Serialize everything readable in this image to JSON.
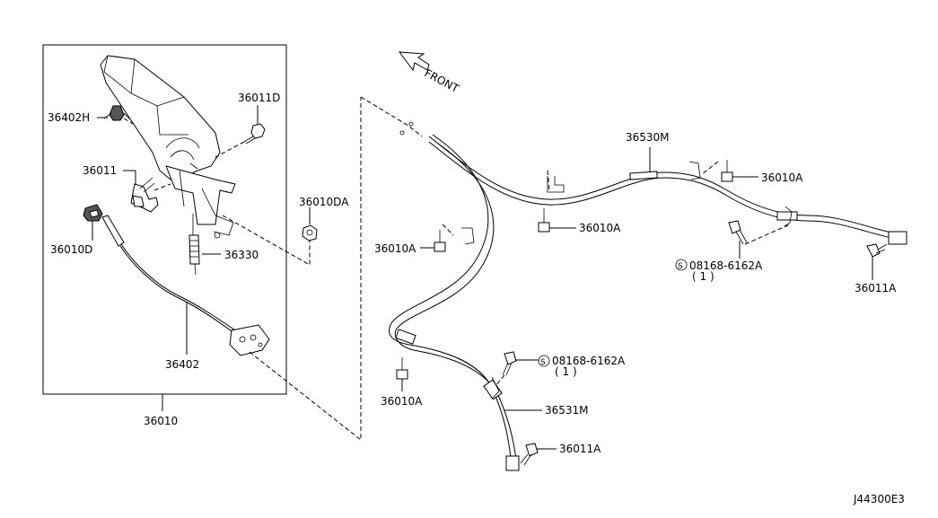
{
  "diagram": {
    "front_label": "FRONT",
    "diagram_code": "J44300E3",
    "parts": {
      "p36402H": "36402H",
      "p36011D": "36011D",
      "p36011": "36011",
      "p36010D": "36010D",
      "p36330": "36330",
      "p36402": "36402",
      "p36010": "36010",
      "p36010DA": "36010DA",
      "p36530M": "36530M",
      "p36010A_top": "36010A",
      "p36010A_mid": "36010A",
      "p36010A_left": "36010A",
      "p36010A_low": "36010A",
      "p08168_right": "08168-6162A",
      "p08168_right_qty": "( 1 )",
      "p08168_low": "08168-6162A",
      "p08168_low_qty": "( 1 )",
      "p36011A_right": "36011A",
      "p36011A_low": "36011A",
      "p36531M": "36531M"
    },
    "screw_symbol": "S"
  }
}
